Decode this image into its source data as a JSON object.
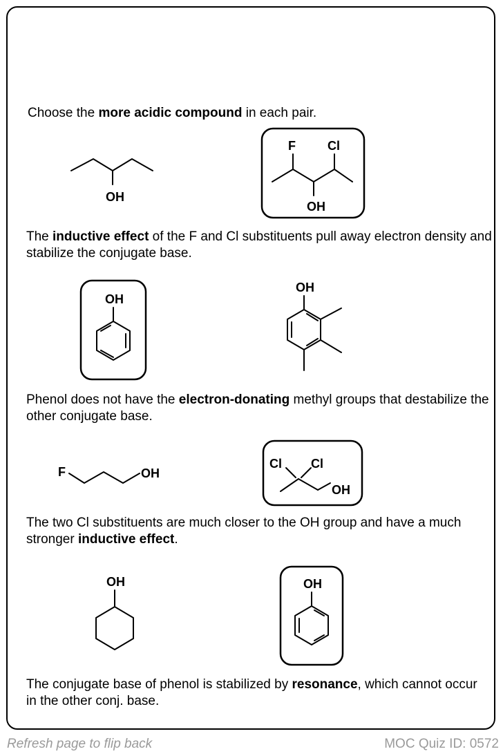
{
  "question": {
    "prefix": "Choose the ",
    "bold": "more acidic compound",
    "suffix": " in each pair."
  },
  "pairs": [
    {
      "explanation": {
        "prefix": "The ",
        "bold": "inductive effect",
        "suffix": " of the F and Cl substituents pull away electron density and stabilize the conjugate base."
      },
      "labels": {
        "left_oh": "OH",
        "right_f": "F",
        "right_cl": "Cl",
        "right_oh": "OH"
      },
      "answer": "right"
    },
    {
      "explanation": {
        "prefix": "Phenol does not have the ",
        "bold": "electron-donating",
        "suffix": " methyl groups that destabilize the other conjugate base."
      },
      "labels": {
        "left_oh": "OH",
        "right_oh": "OH"
      },
      "answer": "left"
    },
    {
      "explanation": {
        "prefix": "The two Cl substituents are much closer to the OH group and have a much stronger ",
        "bold": "inductive effect",
        "suffix": "."
      },
      "labels": {
        "left_f": "F",
        "left_oh": "OH",
        "right_cl1": "Cl",
        "right_cl2": "Cl",
        "right_oh": "OH"
      },
      "answer": "right"
    },
    {
      "explanation": {
        "prefix": "The conjugate base of phenol is stabilized by ",
        "bold": "resonance",
        "suffix": ", which cannot occur in the other conj. base."
      },
      "labels": {
        "left_oh": "OH",
        "right_oh": "OH"
      },
      "answer": "right"
    }
  ],
  "footer": {
    "left": "Refresh page to flip back",
    "right": "MOC Quiz ID: 0572"
  }
}
